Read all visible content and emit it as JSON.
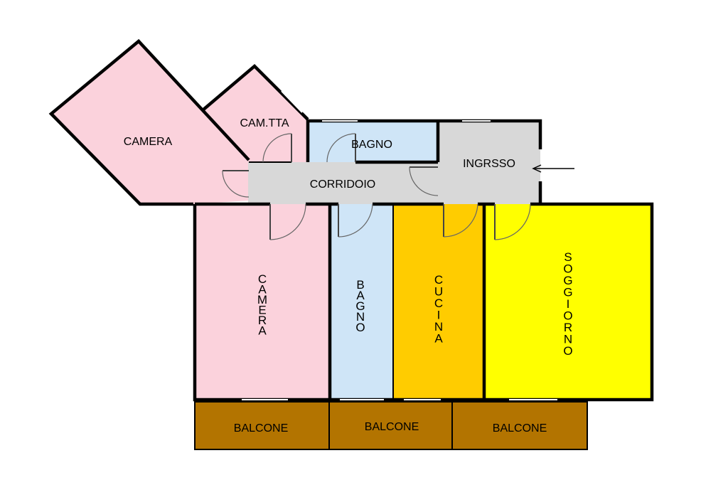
{
  "colors": {
    "camera": "#fbd2dc",
    "bagno": "#cfe5f7",
    "corridoio": "#d8d8d8",
    "cucina": "#ffcc00",
    "soggiorno": "#ffff00",
    "balcone": "#b37400",
    "walls": "#000000"
  },
  "rooms": {
    "camera_top": "CAMERA",
    "camerotta": "CAM.TTA",
    "bagno_top": "BAGNO",
    "ingresso": "INGRSSO",
    "corridoio": "CORRIDOIO",
    "camera_bottom": "CAMERA",
    "bagno_bottom": "BAGNO",
    "cucina": "CUCINA",
    "soggiorno": "SOGGIORNO"
  },
  "balconies": [
    "BALCONE",
    "BALCONE",
    "BALCONE"
  ],
  "icons": {
    "entrance": "arrow-left-icon"
  }
}
